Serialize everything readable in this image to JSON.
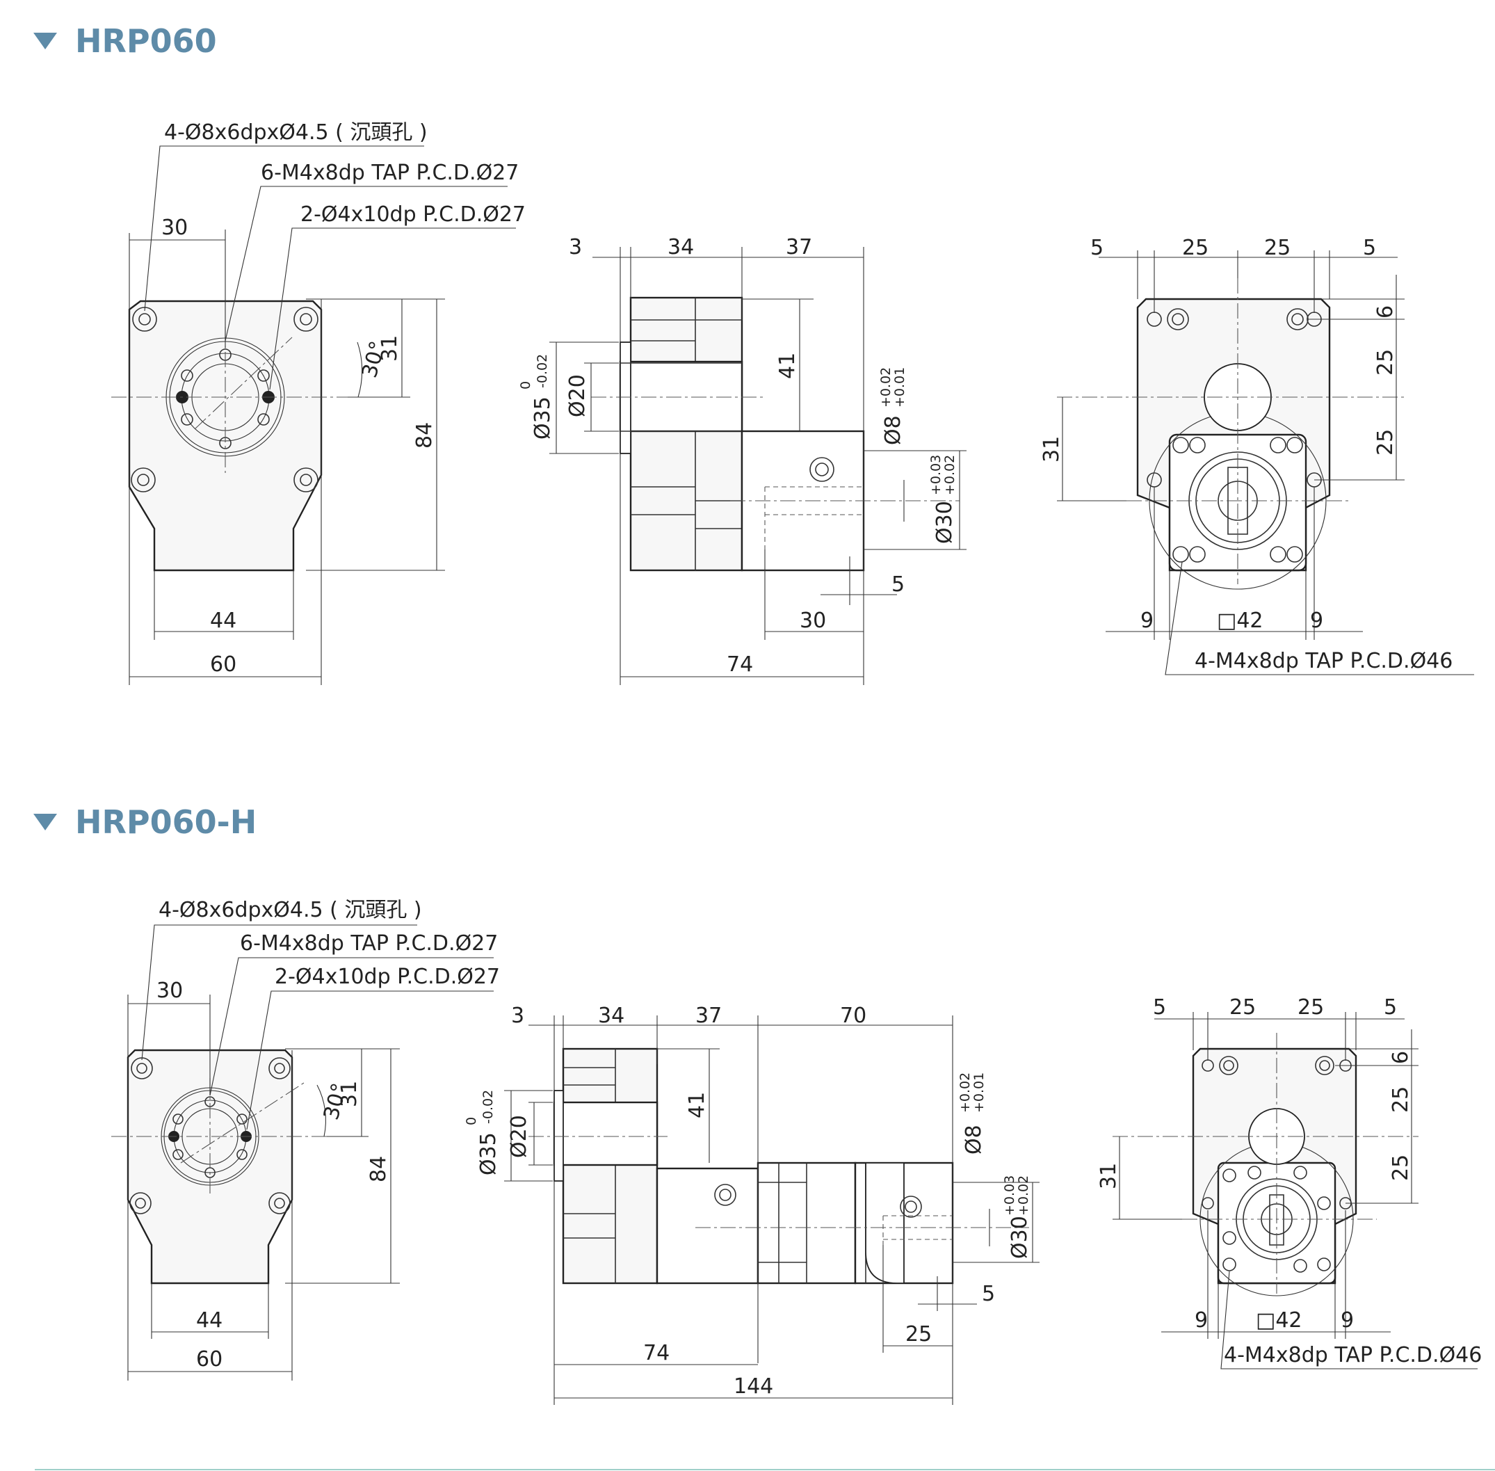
{
  "sections": [
    {
      "title": "HRP060",
      "callouts": {
        "countersink": "4-Ø8x6dpxØ4.5 ( 沉頭孔 )",
        "tap_front": "6-M4x8dp TAP P.C.D.Ø27",
        "pin_holes": "2-Ø4x10dp P.C.D.Ø27",
        "tap_rear": "4-M4x8dp TAP P.C.D.Ø46"
      },
      "front_dims": {
        "d30": "30",
        "d31": "31",
        "angle": "30°",
        "d84": "84",
        "d44": "44",
        "d60": "60"
      },
      "side_dims": {
        "d3": "3",
        "d34": "34",
        "d37": "37",
        "d41": "41",
        "d35": "Ø35",
        "d35_tol_up": "0",
        "d35_tol_low": "-0.02",
        "d20": "Ø20",
        "d8": "Ø8",
        "d8_tol_up": "+0.02",
        "d8_tol_low": "+0.01",
        "d30": "Ø30",
        "d30_tol_up": "+0.03",
        "d30_tol_low": "+0.02",
        "d5": "5",
        "d30b": "30",
        "d74": "74"
      },
      "rear_dims": {
        "d5a": "5",
        "d25a": "25",
        "d25b": "25",
        "d5b": "5",
        "d6": "6",
        "d25v1": "25",
        "d25v2": "25",
        "d31": "31",
        "d9a": "9",
        "sq42": "□42",
        "d9b": "9"
      }
    },
    {
      "title": "HRP060-H",
      "callouts": {
        "countersink": "4-Ø8x6dpxØ4.5 ( 沉頭孔 )",
        "tap_front": "6-M4x8dp TAP P.C.D.Ø27",
        "pin_holes": "2-Ø4x10dp P.C.D.Ø27",
        "tap_rear": "4-M4x8dp TAP P.C.D.Ø46"
      },
      "front_dims": {
        "d30": "30",
        "d31": "31",
        "angle": "30°",
        "d84": "84",
        "d44": "44",
        "d60": "60"
      },
      "side_dims": {
        "d3": "3",
        "d34": "34",
        "d37": "37",
        "d70": "70",
        "d41": "41",
        "d35": "Ø35",
        "d35_tol_up": "0",
        "d35_tol_low": "-0.02",
        "d20": "Ø20",
        "d8": "Ø8",
        "d8_tol_up": "+0.02",
        "d8_tol_low": "+0.01",
        "d30": "Ø30",
        "d30_tol_up": "+0.03",
        "d30_tol_low": "+0.02",
        "d5": "5",
        "d25": "25",
        "d74": "74",
        "d144": "144"
      },
      "rear_dims": {
        "d5a": "5",
        "d25a": "25",
        "d25b": "25",
        "d5b": "5",
        "d6": "6",
        "d25v1": "25",
        "d25v2": "25",
        "d31": "31",
        "d9a": "9",
        "sq42": "□42",
        "d9b": "9"
      }
    }
  ],
  "colors": {
    "title": "#5e8ba8",
    "footer_rule": "#9fd0c9"
  },
  "icons": [
    "triangle-down-icon"
  ]
}
